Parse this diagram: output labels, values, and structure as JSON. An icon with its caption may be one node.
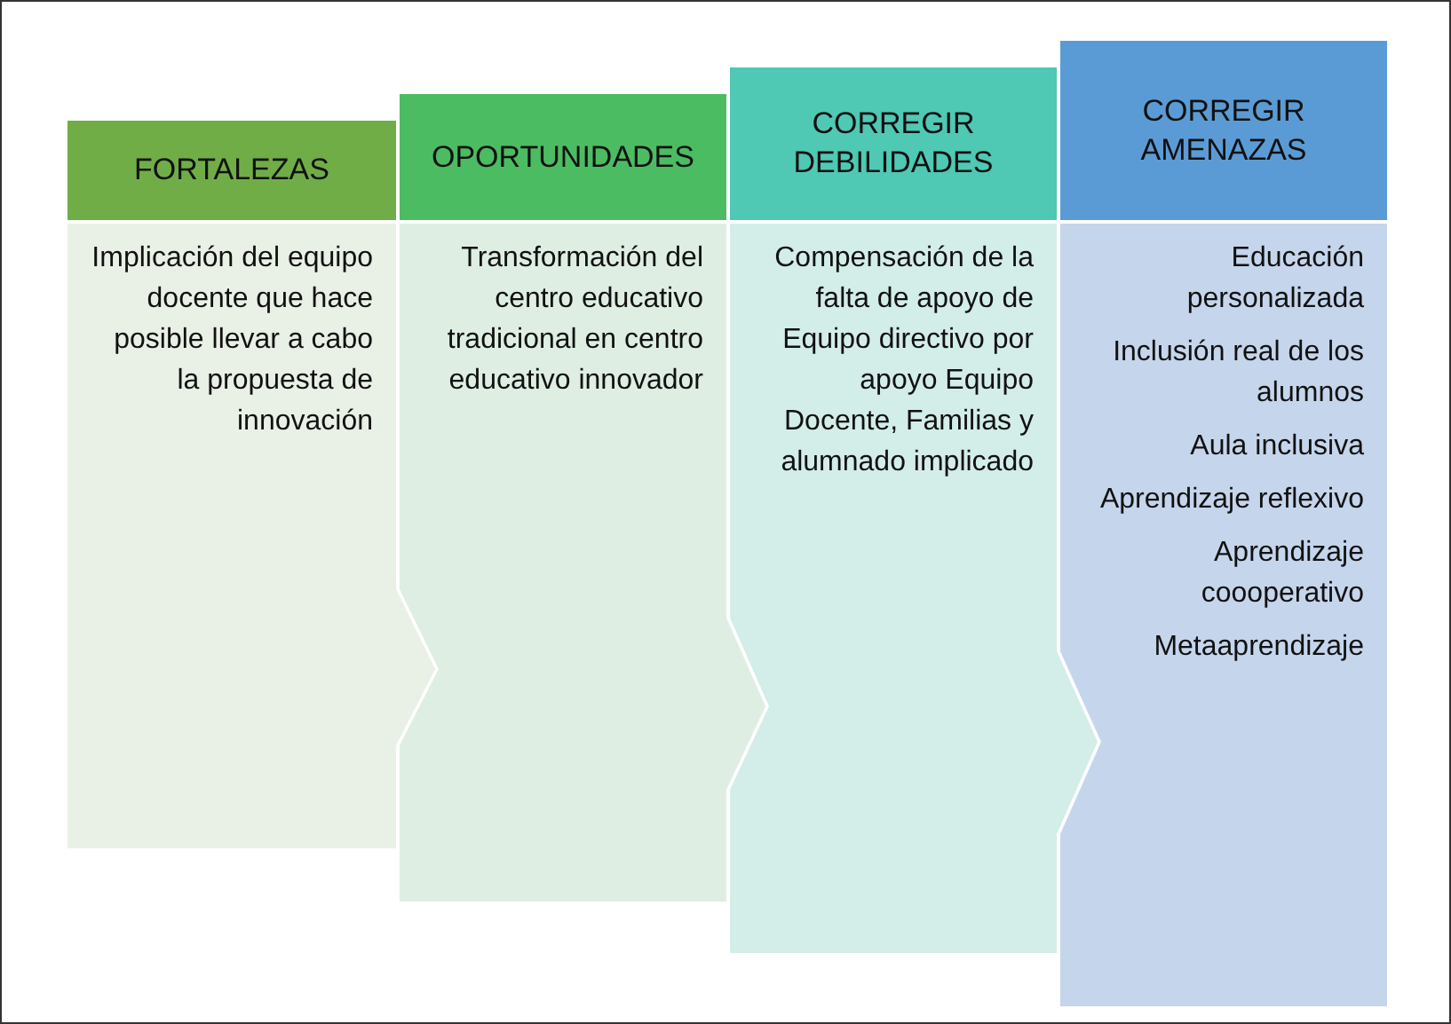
{
  "diagram": {
    "nodes": [
      {
        "text": [
          "FORTALEZAS"
        ]
      },
      {
        "text": [
          "Implicación del equipo docente que hace posible llevar a cabo la propuesta de innovación"
        ]
      },
      {
        "text": [
          "OPORTUNIDADES"
        ]
      },
      {
        "text": [
          "Transformación del centro educativo tradicional en centro educativo innovador"
        ]
      },
      {
        "text": [
          "CORREGIR DEBILIDADES"
        ]
      },
      {
        "text": [
          "Compensación de la falta de apoyo de Equipo directivo por apoyo Equipo Docente, Familias y alumnado implicado"
        ]
      },
      {
        "text": [
          "CORREGIR AMENAZAS"
        ]
      },
      {
        "text": [
          "Educación personalizada",
          "Inclusión real de los alumnos",
          "Aula inclusiva",
          "Aprendizaje reflexivo",
          "Aprendizaje coooperativo",
          "Metaaprendizaje"
        ]
      }
    ]
  }
}
